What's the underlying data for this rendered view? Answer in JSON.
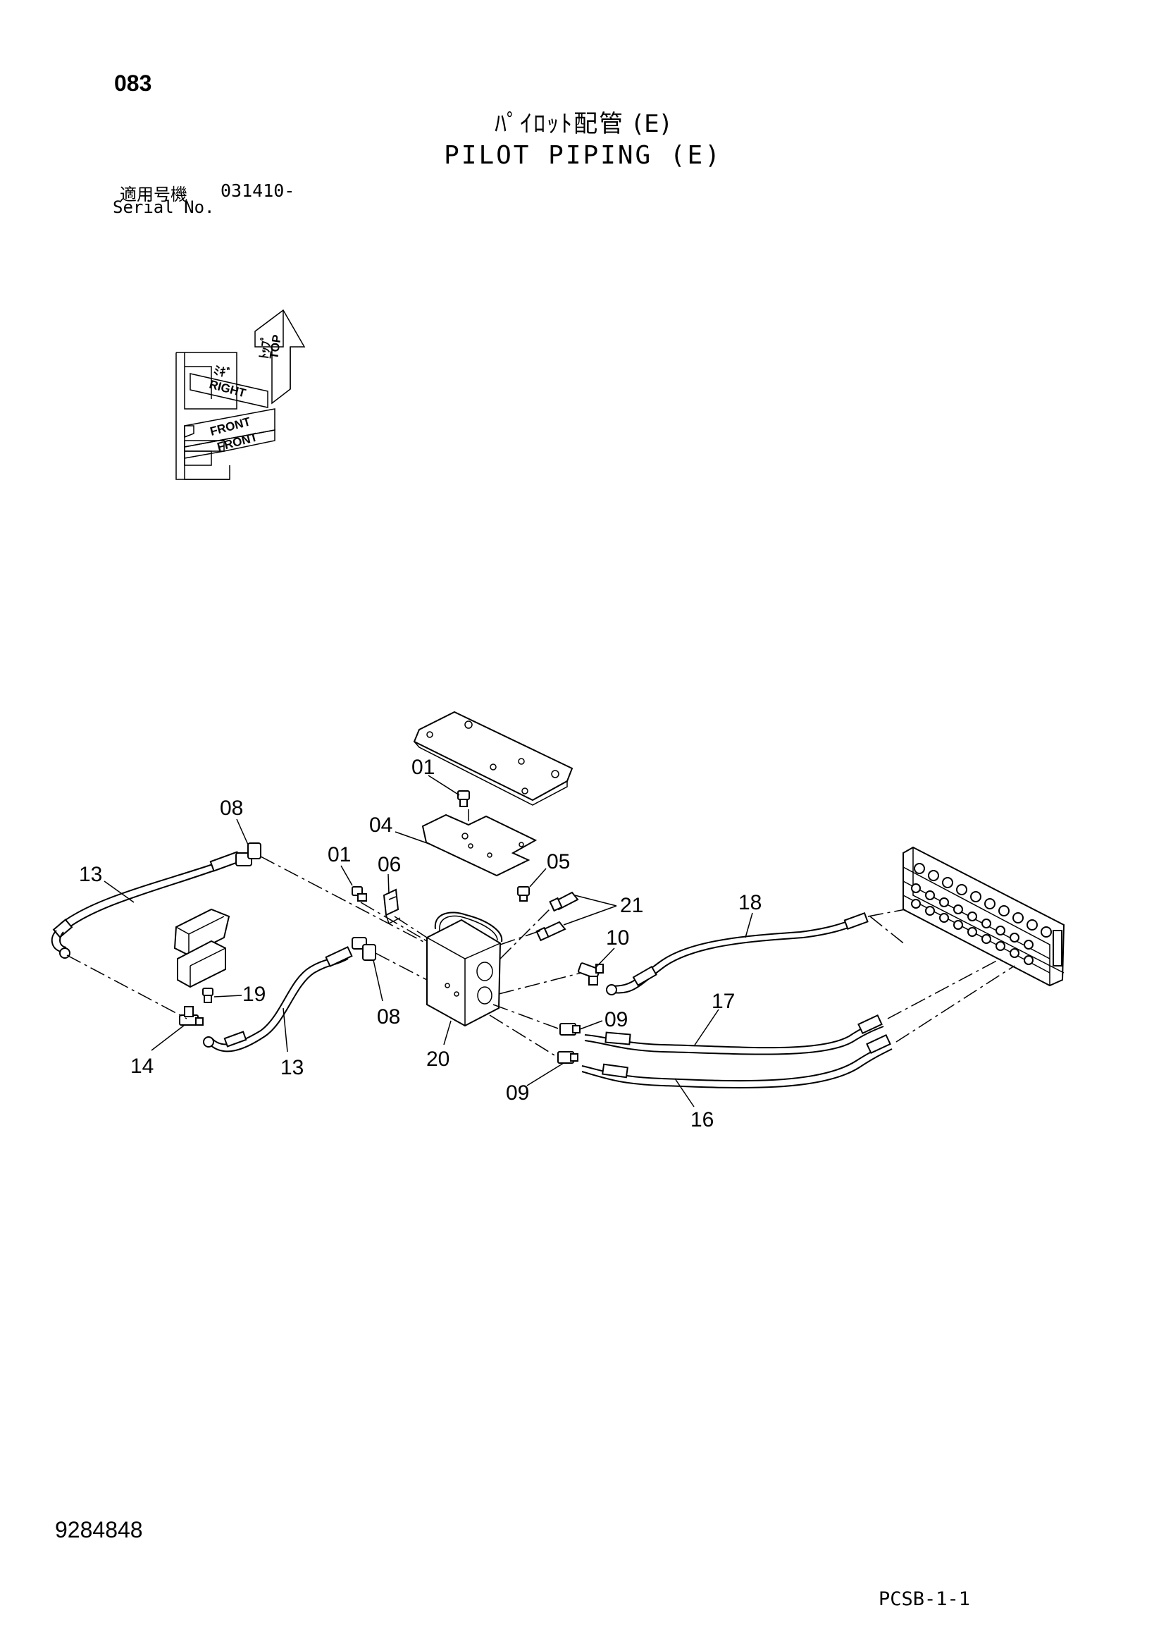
{
  "header": {
    "page_no": "083",
    "title_jp": "ﾊﾟｲﾛｯﾄ配管 (E)",
    "title_en": "PILOT PIPING (E)",
    "serial_label_jp": "適用号機",
    "serial_number": "031410-",
    "serial_label_en": "Serial No."
  },
  "orientation": {
    "labels": [
      "TOP",
      "ﾄｯﾌﾟ",
      "RIGHT",
      "ﾐｷﾞ",
      "FRONT",
      "FRONT"
    ]
  },
  "callouts": [
    {
      "id": "c01a",
      "text": "01"
    },
    {
      "id": "c04",
      "text": "04"
    },
    {
      "id": "c08a",
      "text": "08"
    },
    {
      "id": "c01b",
      "text": "01"
    },
    {
      "id": "c06",
      "text": "06"
    },
    {
      "id": "c05",
      "text": "05"
    },
    {
      "id": "c21",
      "text": "21"
    },
    {
      "id": "c13a",
      "text": "13"
    },
    {
      "id": "c18",
      "text": "18"
    },
    {
      "id": "c10",
      "text": "10"
    },
    {
      "id": "c19",
      "text": "19"
    },
    {
      "id": "c17",
      "text": "17"
    },
    {
      "id": "c08b",
      "text": "08"
    },
    {
      "id": "c09a",
      "text": "09"
    },
    {
      "id": "c14",
      "text": "14"
    },
    {
      "id": "c13b",
      "text": "13"
    },
    {
      "id": "c20",
      "text": "20"
    },
    {
      "id": "c09b",
      "text": "09"
    },
    {
      "id": "c16",
      "text": "16"
    }
  ],
  "footer": {
    "drawing_number": "9284848",
    "sheet_code": "PCSB-1-1"
  }
}
